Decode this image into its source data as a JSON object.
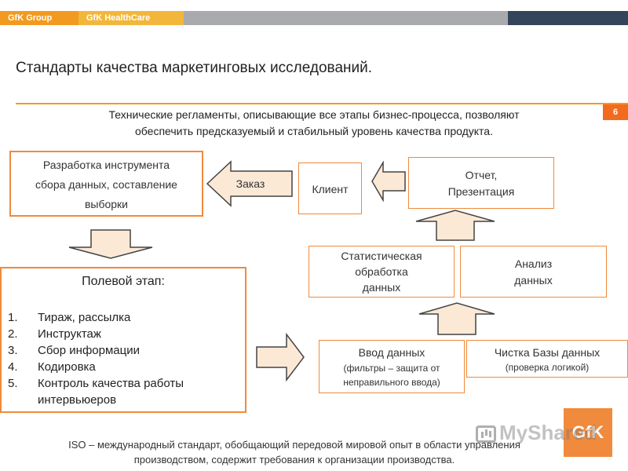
{
  "header": {
    "brand_1": "GfK Group",
    "brand_2": "GfK HealthCare"
  },
  "title": "Стандарты качества маркетинговых исследований.",
  "page_number": "6",
  "subtitle": {
    "line_1": "Технические регламенты, описывающие все этапы бизнес-процесса, позволяют",
    "line_2": "обеспечить предсказуемый и стабильный уровень качества продукта."
  },
  "diagram": {
    "development": {
      "line_1": "Разработка инструмента",
      "line_2": "сбора данных, составление",
      "line_3": "выборки"
    },
    "order_label": "Заказ",
    "client": "Клиент",
    "report": {
      "line_1": "Отчет,",
      "line_2": "Презентация"
    },
    "statistics": {
      "line_1": "Статистическая",
      "line_2": "обработка",
      "line_3": "данных"
    },
    "analysis": {
      "line_1": "Анализ",
      "line_2": "данных"
    },
    "field_stage": {
      "title": "Полевой этап:",
      "items": [
        {
          "num": "1.",
          "text": "Тираж, рассылка"
        },
        {
          "num": "2.",
          "text": "Инструктаж"
        },
        {
          "num": "3.",
          "text": "Сбор информации"
        },
        {
          "num": "4.",
          "text": "Кодировка"
        },
        {
          "num": "5.",
          "text": "Контроль качества работы интервьюеров"
        }
      ]
    },
    "data_entry": {
      "title": "Ввод данных",
      "line_2": "(фильтры – защита от",
      "line_3": "неправильного ввода)"
    },
    "cleaning": {
      "title": "Чистка Базы данных",
      "subtitle": "(проверка логикой)"
    }
  },
  "footer": {
    "line_1": "ISO – международный стандарт, обобщающий передовой мировой опыт в области управления",
    "line_2": "производством, содержит требования к организации производства."
  },
  "logo_text": "GfK",
  "watermark_text": "MyShared",
  "colors": {
    "accent_orange": "#f08a3c",
    "header_orange": "#f29a1f",
    "header_dark": "#33455a",
    "header_gray": "#a9aaad",
    "arrow_fill": "#fbe9d6"
  }
}
